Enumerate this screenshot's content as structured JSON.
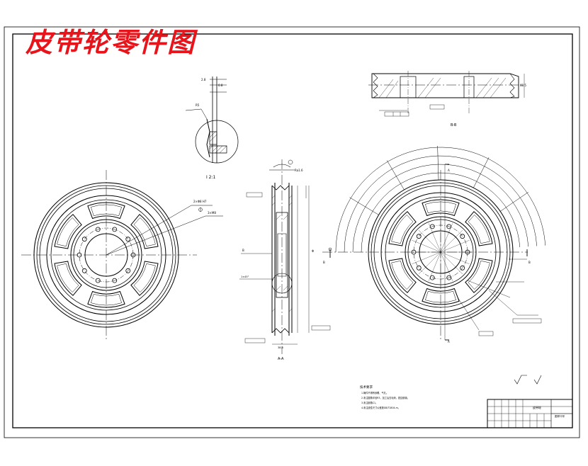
{
  "title": "皮带轮零件图",
  "accent_color": "#e8141b",
  "line_color": "#000000",
  "views": {
    "detail_label": "I 2:1",
    "section_aa_label": "A-A",
    "section_bb_label": "B-B",
    "cut_letter_a": "A",
    "cut_letter_b": "B"
  },
  "notes": {
    "heading": "技术要求",
    "lines": [
      "1.铸件不得有砂眼、气孔。",
      "2.未注圆角半径R3，加工后去毛刺，锐边倒钝。",
      "3.未注倒角C1。",
      "4.未注线性尺寸公差按GB/T1804-m。"
    ]
  },
  "title_block": {
    "part_name": "皮带轮",
    "drawing_no": "图样代号"
  }
}
